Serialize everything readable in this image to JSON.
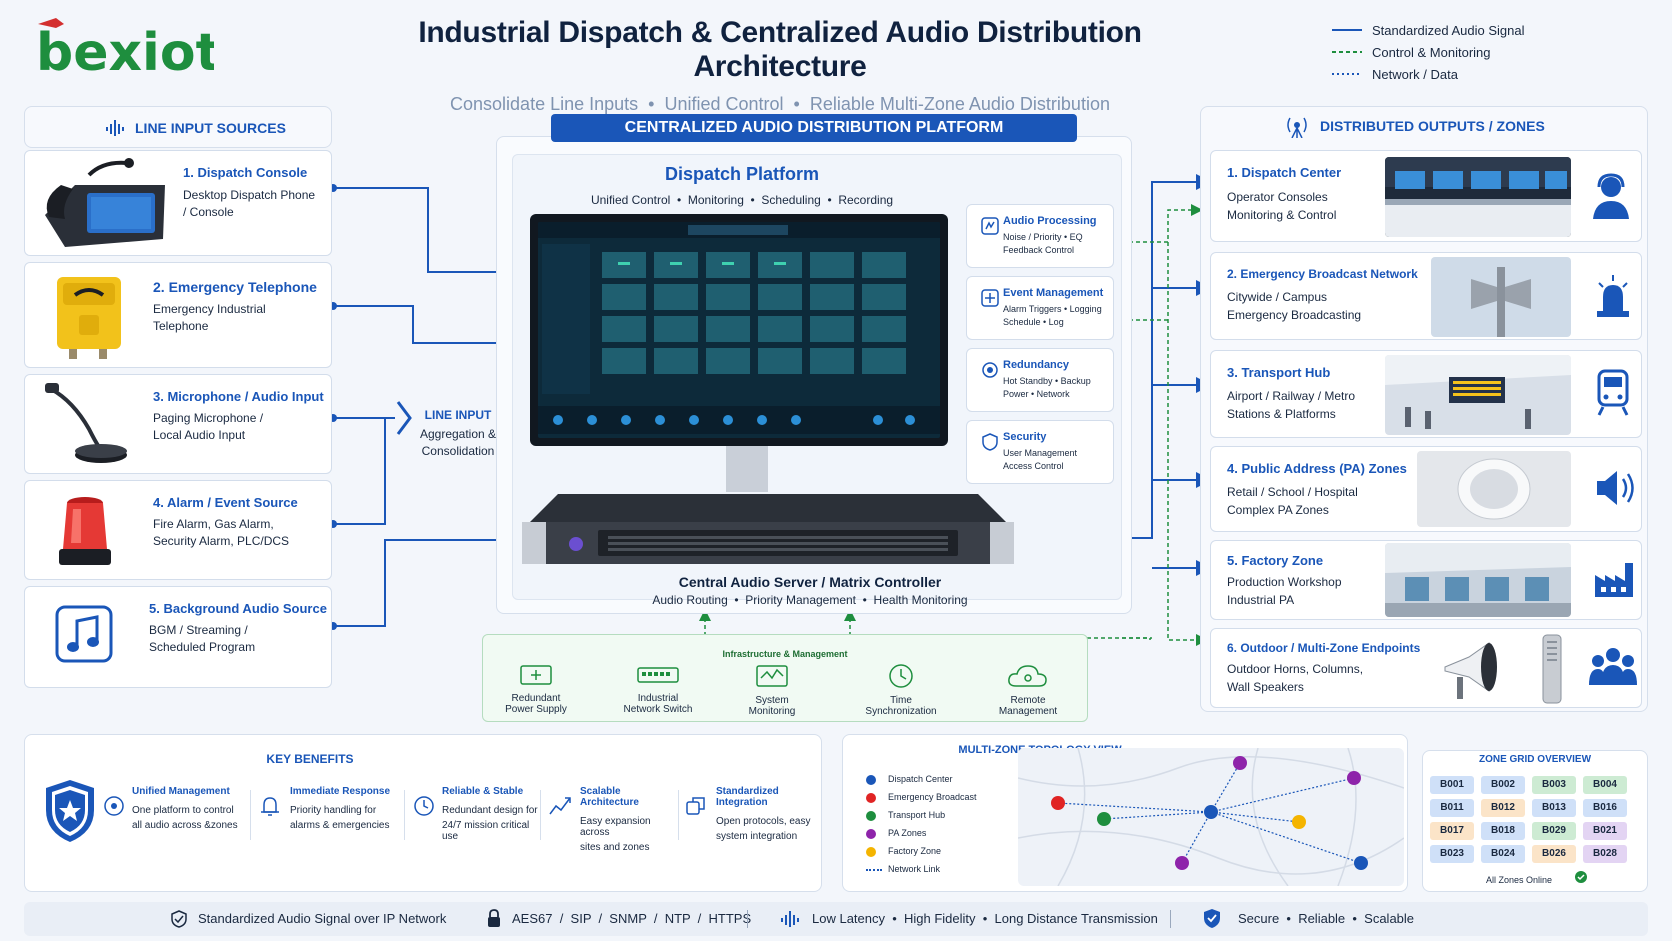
{
  "brand": {
    "logo_text": "bexiot"
  },
  "header": {
    "title": "Industrial Dispatch & Centralized Audio Distribution Architecture",
    "subtitle": "Consolidate Line Inputs  •  Unified Control  •  Reliable Multi-Zone Audio Distribution"
  },
  "legend": {
    "items": [
      {
        "label": "Standardized Audio Signal",
        "style": "solid"
      },
      {
        "label": "Control & Monitoring",
        "style": "dashed-green"
      },
      {
        "label": "Network / Data",
        "style": "dotted-blue"
      }
    ]
  },
  "inputs": {
    "header": "LINE INPUT SOURCES",
    "items": [
      {
        "title": "1. Dispatch Console",
        "desc1": "Desktop Dispatch Phone",
        "desc2": "/ Console"
      },
      {
        "title": "2. Emergency Telephone",
        "desc1": "Emergency Industrial",
        "desc2": "Telephone"
      },
      {
        "title": "3. Microphone / Audio Input",
        "desc1": "Paging Microphone /",
        "desc2": "Local Audio Input"
      },
      {
        "title": "4. Alarm / Event Source",
        "desc1": "Fire Alarm, Gas Alarm,",
        "desc2": "Security Alarm, PLC/DCS"
      },
      {
        "title": "5. Background Audio Source",
        "desc1": "BGM / Streaming /",
        "desc2": "Scheduled Program"
      }
    ],
    "aggregation": {
      "title": "LINE INPUT",
      "line1": "Aggregation &",
      "line2": "Consolidation"
    }
  },
  "platform": {
    "banner": "CENTRALIZED AUDIO DISTRIBUTION PLATFORM",
    "title": "Dispatch Platform",
    "subtitle": "Unified Control  •  Monitoring  •  Scheduling  •  Recording",
    "features": [
      {
        "title": "Audio Processing",
        "line1": "Noise / Priority • EQ",
        "line2": "Feedback Control"
      },
      {
        "title": "Event Management",
        "line1": "Alarm Triggers • Logging",
        "line2": "Schedule • Log"
      },
      {
        "title": "Redundancy",
        "line1": "Hot Standby • Backup",
        "line2": "Power • Network"
      },
      {
        "title": "Security",
        "line1": "User Management",
        "line2": "Access Control"
      }
    ],
    "server": {
      "title": "Central Audio Server / Matrix Controller",
      "subtitle": "Audio Routing  •  Priority Management  •  Health Monitoring"
    },
    "infra": {
      "label": "Infrastructure & Management",
      "items": [
        {
          "l1": "Redundant",
          "l2": "Power Supply"
        },
        {
          "l1": "Industrial",
          "l2": "Network Switch"
        },
        {
          "l1": "System",
          "l2": "Monitoring"
        },
        {
          "l1": "Time",
          "l2": "Synchronization"
        },
        {
          "l1": "Remote",
          "l2": "Management"
        }
      ]
    }
  },
  "outputs": {
    "header": "DISTRIBUTED OUTPUTS / ZONES",
    "items": [
      {
        "title": "1. Dispatch Center",
        "desc1": "Operator Consoles",
        "desc2": "Monitoring & Control"
      },
      {
        "title": "2. Emergency Broadcast Network",
        "desc1": "Citywide / Campus",
        "desc2": "Emergency Broadcasting"
      },
      {
        "title": "3. Transport Hub",
        "desc1": "Airport / Railway / Metro",
        "desc2": "Stations & Platforms"
      },
      {
        "title": "4. Public Address (PA) Zones",
        "desc1": "Retail / School / Hospital",
        "desc2": "Complex PA Zones"
      },
      {
        "title": "5. Factory Zone",
        "desc1": "Production Workshop",
        "desc2": "Industrial PA"
      },
      {
        "title": "6. Outdoor / Multi-Zone Endpoints",
        "desc1": "Outdoor Horns, Columns,",
        "desc2": "Wall Speakers"
      }
    ]
  },
  "benefits": {
    "header": "KEY BENEFITS",
    "items": [
      {
        "title": "Unified Management",
        "l1": "One platform to control",
        "l2": "all audio across &zones"
      },
      {
        "title": "Immediate Response",
        "l1": "Priority handling for",
        "l2": "alarms & emergencies"
      },
      {
        "title": "Reliable & Stable",
        "l1": "Redundant design for",
        "l2": "24/7 mission critical use"
      },
      {
        "title": "Scalable Architecture",
        "l1": "Easy expansion across",
        "l2": "sites and zones"
      },
      {
        "title": "Standardized Integration",
        "l1": "Open protocols, easy",
        "l2": "system integration"
      }
    ]
  },
  "topology": {
    "header": "MULTI-ZONE TOPOLOGY VIEW",
    "legend": [
      {
        "label": "Dispatch Center",
        "color": "#1a56b8"
      },
      {
        "label": "Emergency Broadcast",
        "color": "#e02424"
      },
      {
        "label": "Transport Hub",
        "color": "#1e8e3e"
      },
      {
        "label": "PA Zones",
        "color": "#8e24aa"
      },
      {
        "label": "Factory Zone",
        "color": "#f4b400"
      },
      {
        "label": "Network Link",
        "color": "#1a56b8"
      }
    ]
  },
  "zone_grid": {
    "header": "ZONE GRID OVERVIEW",
    "cells": [
      {
        "id": "B001",
        "color": "#cfe0f8"
      },
      {
        "id": "B002",
        "color": "#cfe0f8"
      },
      {
        "id": "B003",
        "color": "#cdebd3"
      },
      {
        "id": "B004",
        "color": "#cdebd3"
      },
      {
        "id": "B011",
        "color": "#cfe0f8"
      },
      {
        "id": "B012",
        "color": "#fbe4c8"
      },
      {
        "id": "B013",
        "color": "#cfe0f8"
      },
      {
        "id": "B016",
        "color": "#cfe0f8"
      },
      {
        "id": "B017",
        "color": "#fbe4c8"
      },
      {
        "id": "B018",
        "color": "#cfe0f8"
      },
      {
        "id": "B029",
        "color": "#cdebd3"
      },
      {
        "id": "B021",
        "color": "#e3d4f3"
      },
      {
        "id": "B023",
        "color": "#cfe0f8"
      },
      {
        "id": "B024",
        "color": "#cfe0f8"
      },
      {
        "id": "B026",
        "color": "#fbe4c8"
      },
      {
        "id": "B028",
        "color": "#e3d4f3"
      }
    ],
    "status": "All Zones Online"
  },
  "footer": {
    "items": [
      "Standardized Audio Signal over IP Network",
      "AES67  /  SIP  /  SNMP  /  NTP  /  HTTPS",
      "Low Latency  •  High Fidelity  •  Long Distance Transmission",
      "Secure  •  Reliable  •  Scalable"
    ]
  }
}
